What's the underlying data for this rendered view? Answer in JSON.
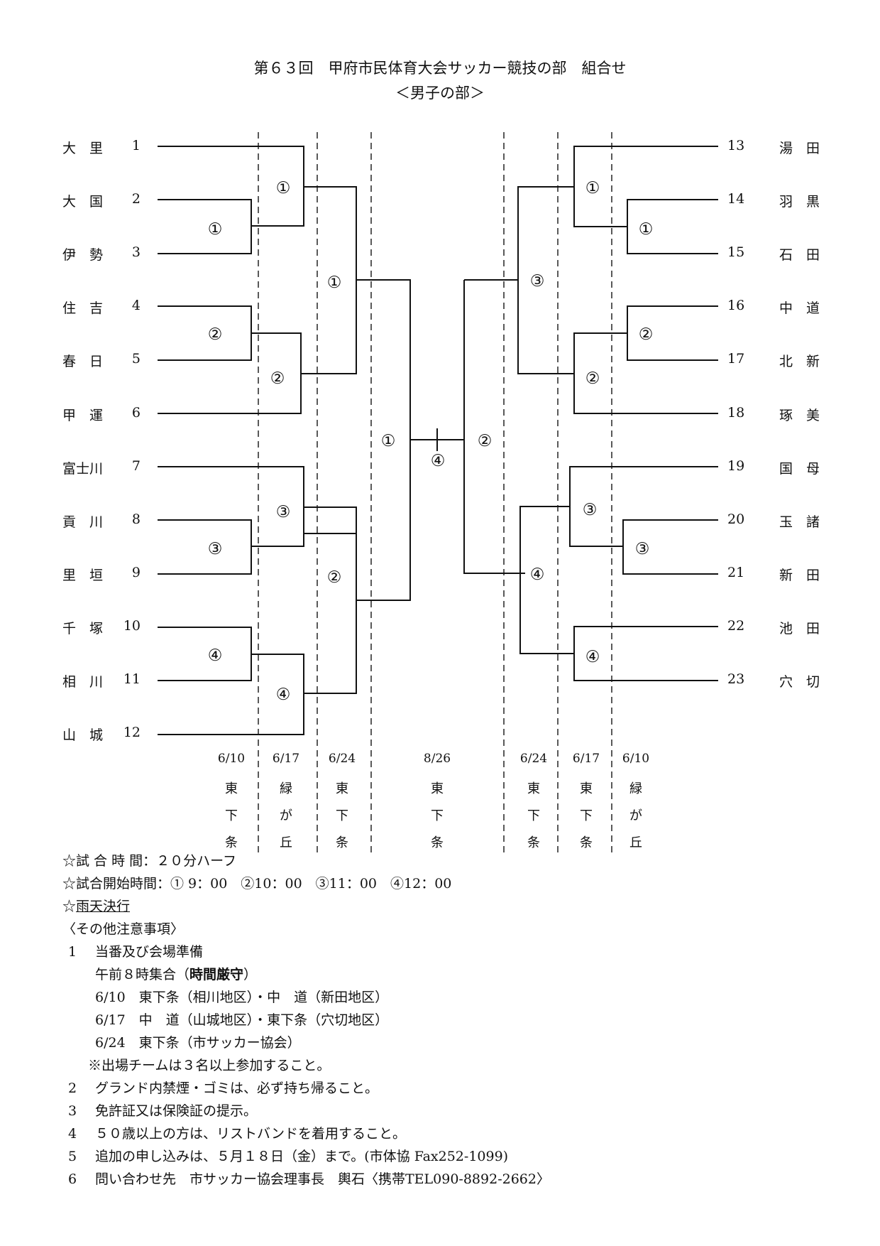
{
  "header": {
    "title": "第６３回　甲府市民体育大会サッカー競技の部　組合せ",
    "subtitle": "＜男子の部＞"
  },
  "teams_left": [
    {
      "name": "大　里",
      "num": "1"
    },
    {
      "name": "大　国",
      "num": "2"
    },
    {
      "name": "伊　勢",
      "num": "3"
    },
    {
      "name": "住　吉",
      "num": "4"
    },
    {
      "name": "春　日",
      "num": "5"
    },
    {
      "name": "甲　運",
      "num": "6"
    },
    {
      "name": "富士川",
      "num": "7"
    },
    {
      "name": "貢　川",
      "num": "8"
    },
    {
      "name": "里　垣",
      "num": "9"
    },
    {
      "name": "千　塚",
      "num": "10"
    },
    {
      "name": "相　川",
      "num": "11"
    },
    {
      "name": "山　城",
      "num": "12"
    }
  ],
  "teams_right": [
    {
      "num": "13",
      "name": "湯　田"
    },
    {
      "num": "14",
      "name": "羽　黒"
    },
    {
      "num": "15",
      "name": "石　田"
    },
    {
      "num": "16",
      "name": "中　道"
    },
    {
      "num": "17",
      "name": "北　新"
    },
    {
      "num": "18",
      "name": "琢　美"
    },
    {
      "num": "19",
      "name": "国　母"
    },
    {
      "num": "20",
      "name": "玉　諸"
    },
    {
      "num": "21",
      "name": "新　田"
    },
    {
      "num": "22",
      "name": "池　田"
    },
    {
      "num": "23",
      "name": "穴　切"
    }
  ],
  "match_marks": {
    "l_r1_1": "①",
    "l_r1_2": "②",
    "l_r1_3": "③",
    "l_r1_4": "④",
    "l_r2_1": "①",
    "l_r2_2": "②",
    "l_r2_3": "③",
    "l_r2_4": "④",
    "l_r3_1": "①",
    "l_r3_2": "②",
    "l_sf": "①",
    "final": "④",
    "r_sf": "②",
    "r_r3_1": "③",
    "r_r3_2": "④",
    "r_r2_1": "①",
    "r_r2_2": "②",
    "r_r2_3": "③",
    "r_r2_4": "④",
    "r_r1_1": "①",
    "r_r1_2": "②",
    "r_r1_3": "③"
  },
  "schedule": [
    {
      "date": "6/10",
      "venue": [
        "東",
        "下",
        "条"
      ]
    },
    {
      "date": "6/17",
      "venue": [
        "緑",
        "が",
        "丘"
      ]
    },
    {
      "date": "6/24",
      "venue": [
        "東",
        "下",
        "条"
      ]
    },
    {
      "date": "8/26",
      "venue": [
        "東",
        "下",
        "条"
      ]
    },
    {
      "date": "6/24",
      "venue": [
        "東",
        "下",
        "条"
      ]
    },
    {
      "date": "6/17",
      "venue": [
        "東",
        "下",
        "条"
      ]
    },
    {
      "date": "6/10",
      "venue": [
        "緑",
        "が",
        "丘"
      ]
    }
  ],
  "notes": {
    "match_time": "☆試 合 時 間：２０分ハーフ",
    "start_times": "☆試合開始時間：① 9：00　②10：00　③11：00　④12：00",
    "rain_prefix": "☆",
    "rain": "雨天決行",
    "other_header": "〈その他注意事項〉",
    "item1_num": "1",
    "item1": "当番及び会場準備",
    "item1_a_pre": "午前８時集合（",
    "item1_a_bold": "時間厳守",
    "item1_a_post": "）",
    "item1_b": "6/10　東下条（相川地区）・中　道（新田地区）",
    "item1_c": "6/17　中　道（山城地区）・東下条（穴切地区）",
    "item1_d": "6/24　東下条（市サッカー協会）",
    "item1_e": "※出場チームは３名以上参加すること。",
    "item2_num": "2",
    "item2": "グランド内禁煙・ゴミは、必ず持ち帰ること。",
    "item3_num": "3",
    "item3": "免許証又は保険証の提示。",
    "item4_num": "4",
    "item4": "５０歳以上の方は、リストバンドを着用すること。",
    "item5_num": "5",
    "item5": "追加の申し込みは、５月１８日（金）まで。(市体協 Fax252-1099)",
    "item6_num": "6",
    "item6": "問い合わせ先　市サッカー協会理事長　輿石〈携帯TEL090-8892-2662〉"
  }
}
